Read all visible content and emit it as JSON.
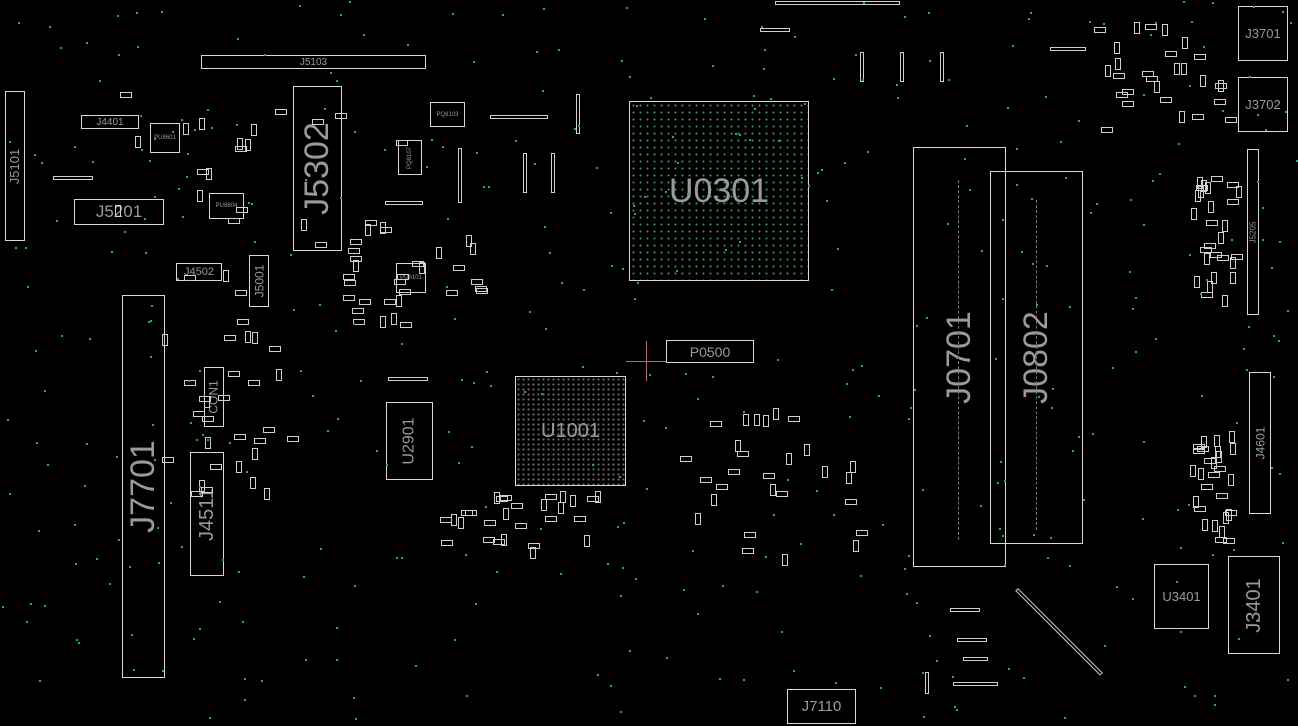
{
  "components": {
    "U0301": "U0301",
    "U1001": "U1001",
    "J0701": "J0701",
    "J0802": "J0802",
    "J7701": "J7701",
    "J4511": "J4511",
    "J5302": "J5302",
    "J5103": "J5103",
    "J5101": "J5101",
    "J5201": "J5201",
    "J4401": "J4401",
    "J4502": "J4502",
    "J5001": "J5001",
    "CON1": "CON1",
    "U2901": "U2901",
    "P0500": "P0500",
    "J3701": "J3701",
    "J3702": "J3702",
    "J5205": "J5205",
    "J4601": "J4601",
    "U3401": "U3401",
    "J3401": "J3401",
    "J7110": "J7110",
    "PU8601": "PU8601",
    "PU8604": "PU8604",
    "PU8101": "PU8101",
    "PQ8107": "PQ8107",
    "PQ8103": "PQ8103"
  }
}
